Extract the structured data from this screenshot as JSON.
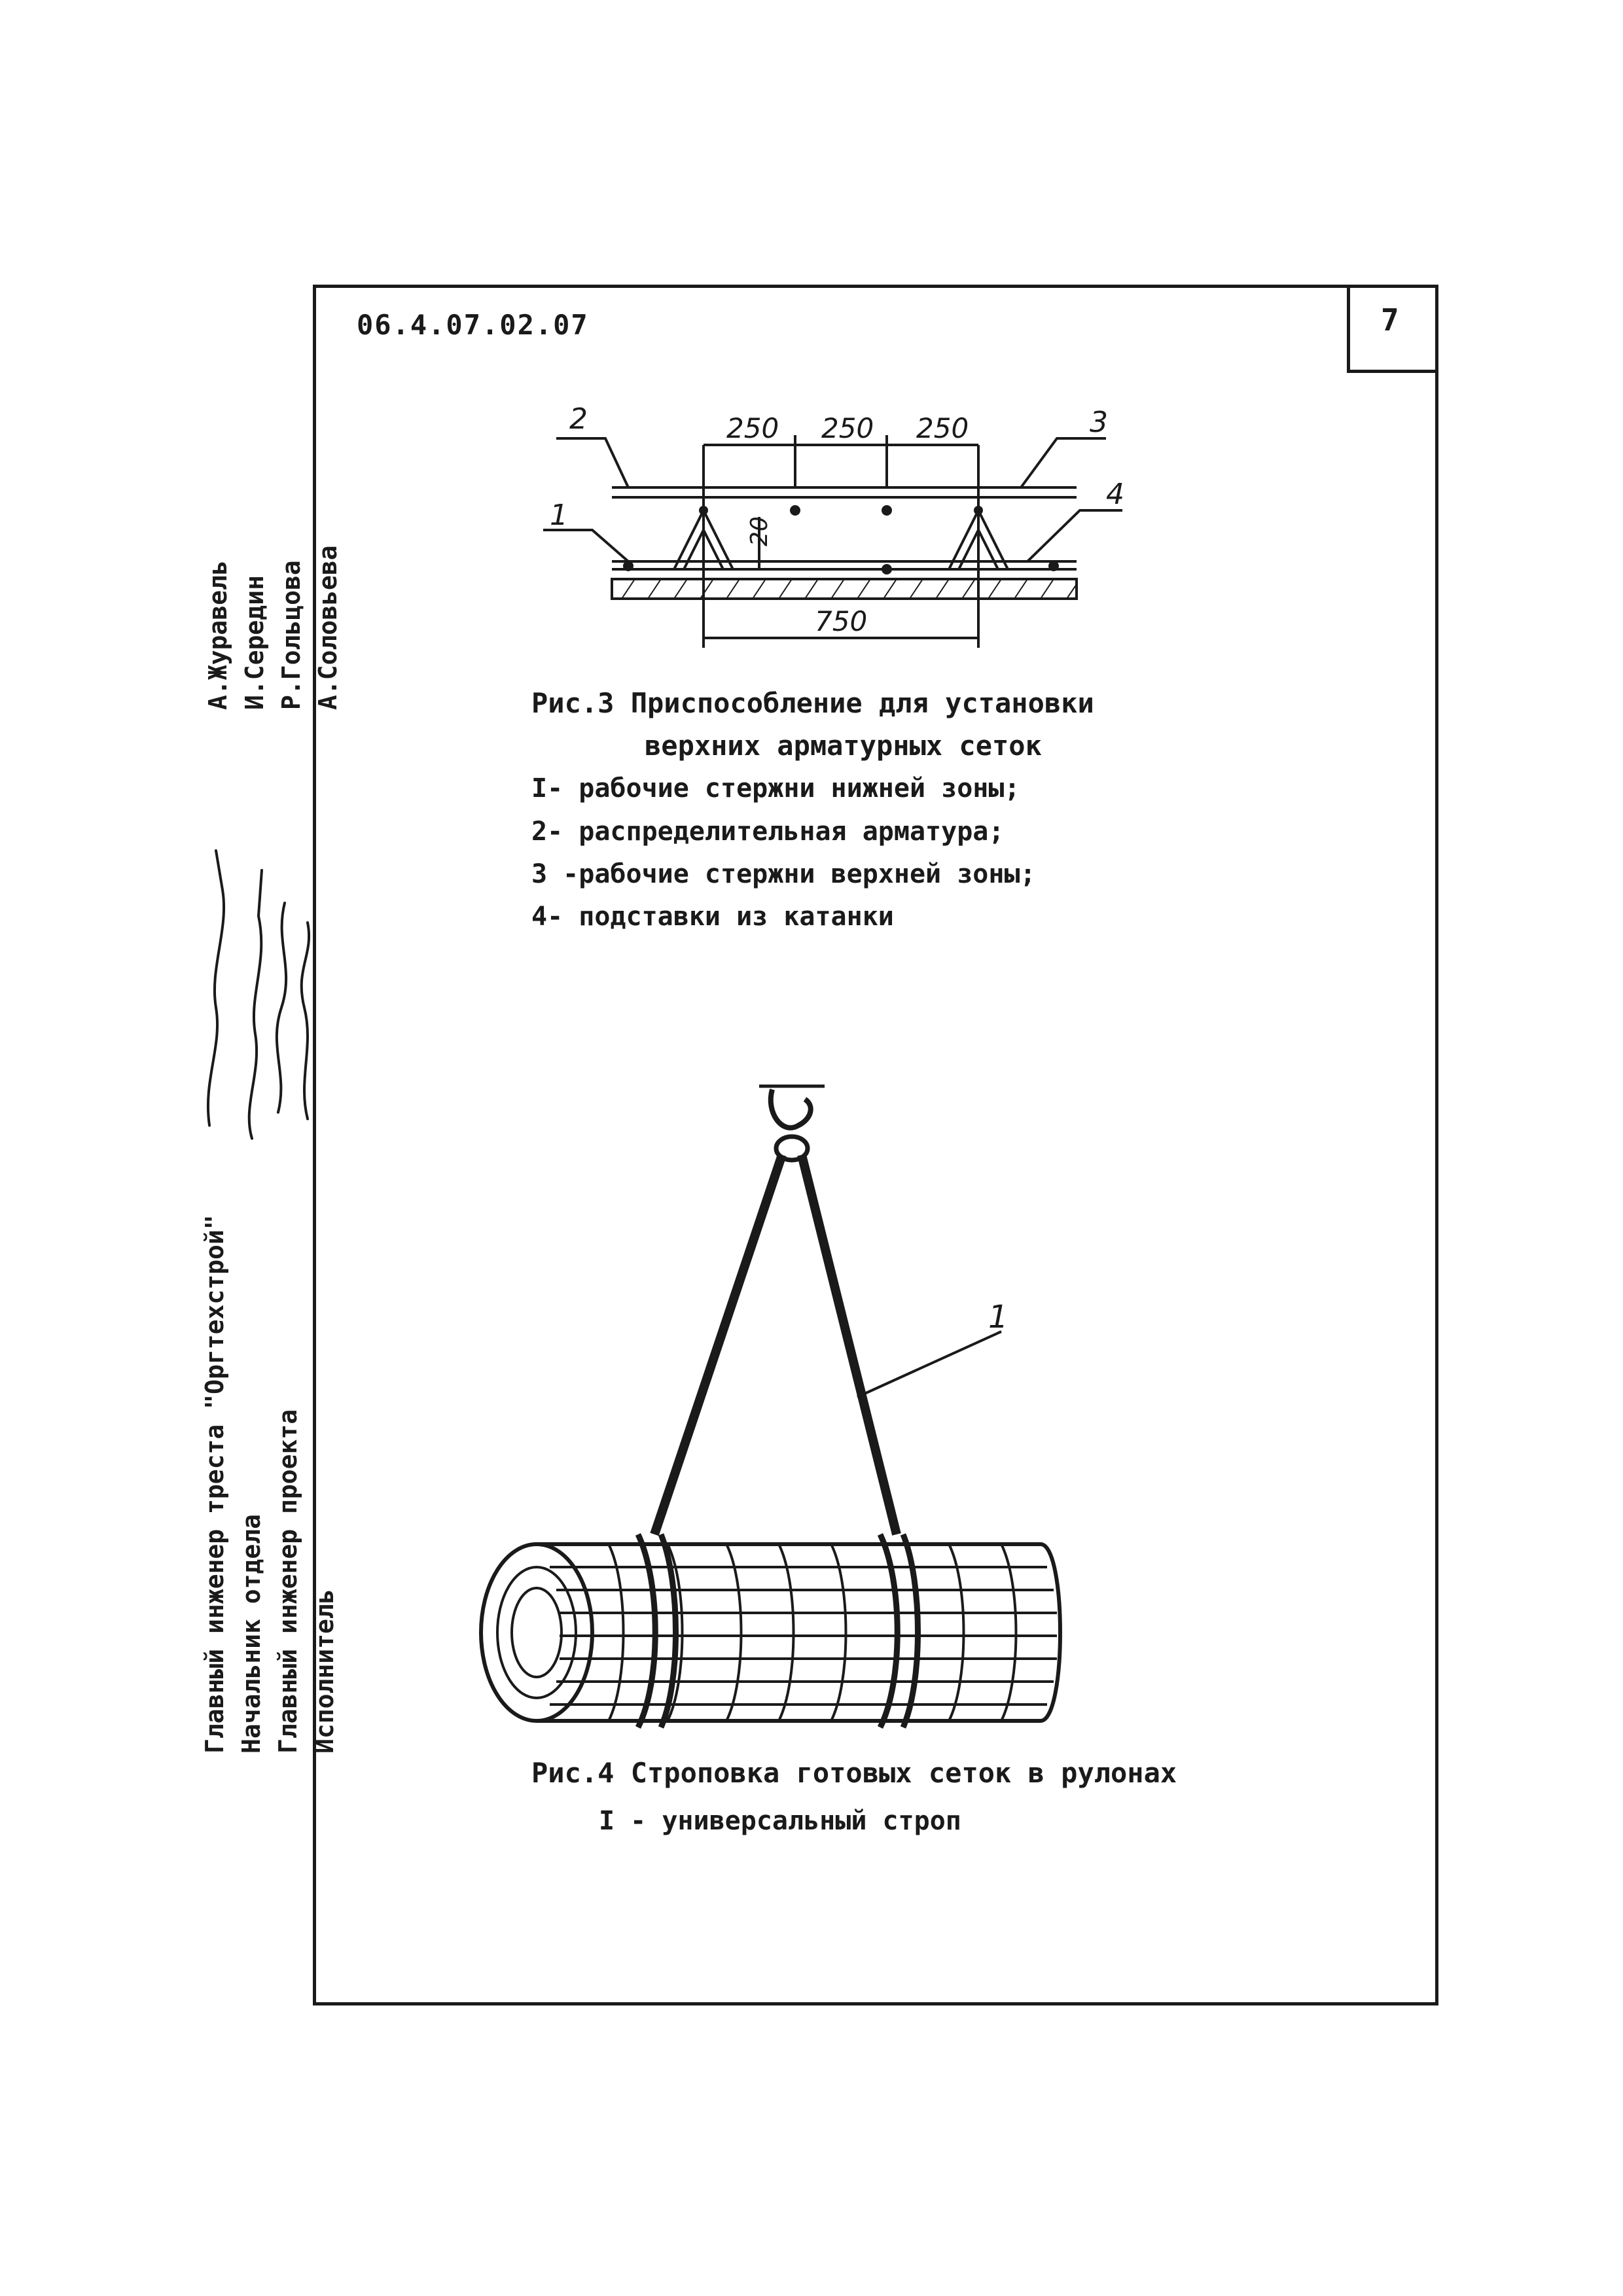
{
  "document": {
    "code": "06.4.07.02.07",
    "page_number": "7"
  },
  "fig3": {
    "title_line1": "Рис.3  Приспособление для установки",
    "title_line2": "верхних арматурных сеток",
    "legend": [
      "I- рабочие стержни нижней зоны;",
      "2- распределительная арматура;",
      "3 -рабочие стержни верхней зоны;",
      "4- подставки из катанки"
    ],
    "callouts": [
      "2",
      "1",
      "3",
      "4"
    ],
    "dims": {
      "top1": "250",
      "top2": "250",
      "top3": "250",
      "height": "20",
      "bottom": "750"
    }
  },
  "fig4": {
    "title": "Рис.4 Строповка готовых сеток в рулонах",
    "legend": "I - универсальный строп",
    "callout": "1"
  },
  "sidebar": {
    "positions": [
      "Главный инженер треста \"Оргтехстрой\"",
      "Начальник отдела",
      "Главный инженер проекта",
      "Исполнитель"
    ],
    "names": [
      "А.Журавель",
      "И.Середин",
      "Р.Гольцова",
      "А.Соловьева"
    ]
  }
}
